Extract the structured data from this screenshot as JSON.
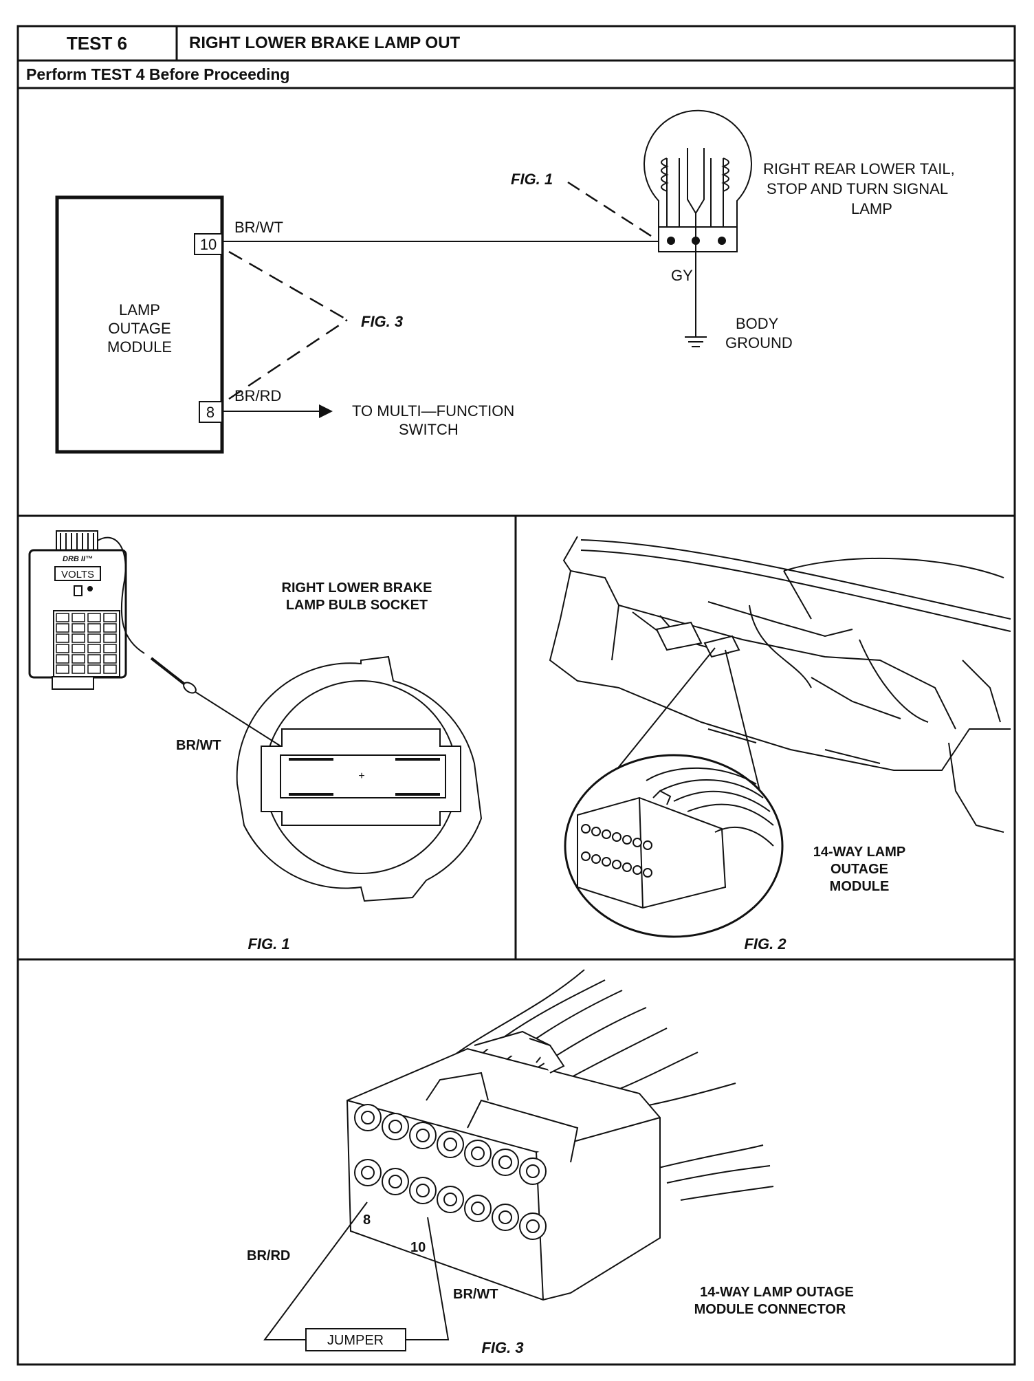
{
  "header": {
    "test_id": "TEST 6",
    "title": "RIGHT LOWER BRAKE LAMP OUT",
    "subheading": "Perform TEST 4 Before Proceeding"
  },
  "schematic": {
    "module_label": [
      "LAMP",
      "OUTAGE",
      "MODULE"
    ],
    "pin_top": "10",
    "pin_bottom": "8",
    "wire_top": "BR/WT",
    "wire_bottom": "BR/RD",
    "fig3_ref": "FIG. 3",
    "fig1_ref": "FIG. 1",
    "lamp_label": [
      "RIGHT REAR LOWER TAIL,",
      "STOP AND TURN SIGNAL",
      "LAMP"
    ],
    "ground_wire": "GY",
    "ground_label": [
      "BODY",
      "GROUND"
    ],
    "switch_label": [
      "TO MULTI—FUNCTION",
      "SWITCH"
    ]
  },
  "fig1": {
    "caption": "FIG. 1",
    "socket_label": [
      "RIGHT LOWER BRAKE",
      "LAMP BULB SOCKET"
    ],
    "wire_label": "BR/WT",
    "tester_brand": "DRB II™",
    "tester_display": "VOLTS"
  },
  "fig2": {
    "caption": "FIG. 2",
    "module_label": [
      "14-WAY LAMP",
      "OUTAGE",
      "MODULE"
    ]
  },
  "fig3": {
    "caption": "FIG. 3",
    "connector_label": [
      "14-WAY LAMP OUTAGE",
      "MODULE CONNECTOR"
    ],
    "pin8": "8",
    "pin10": "10",
    "wire_left": "BR/RD",
    "wire_right": "BR/WT",
    "jumper": "JUMPER"
  }
}
